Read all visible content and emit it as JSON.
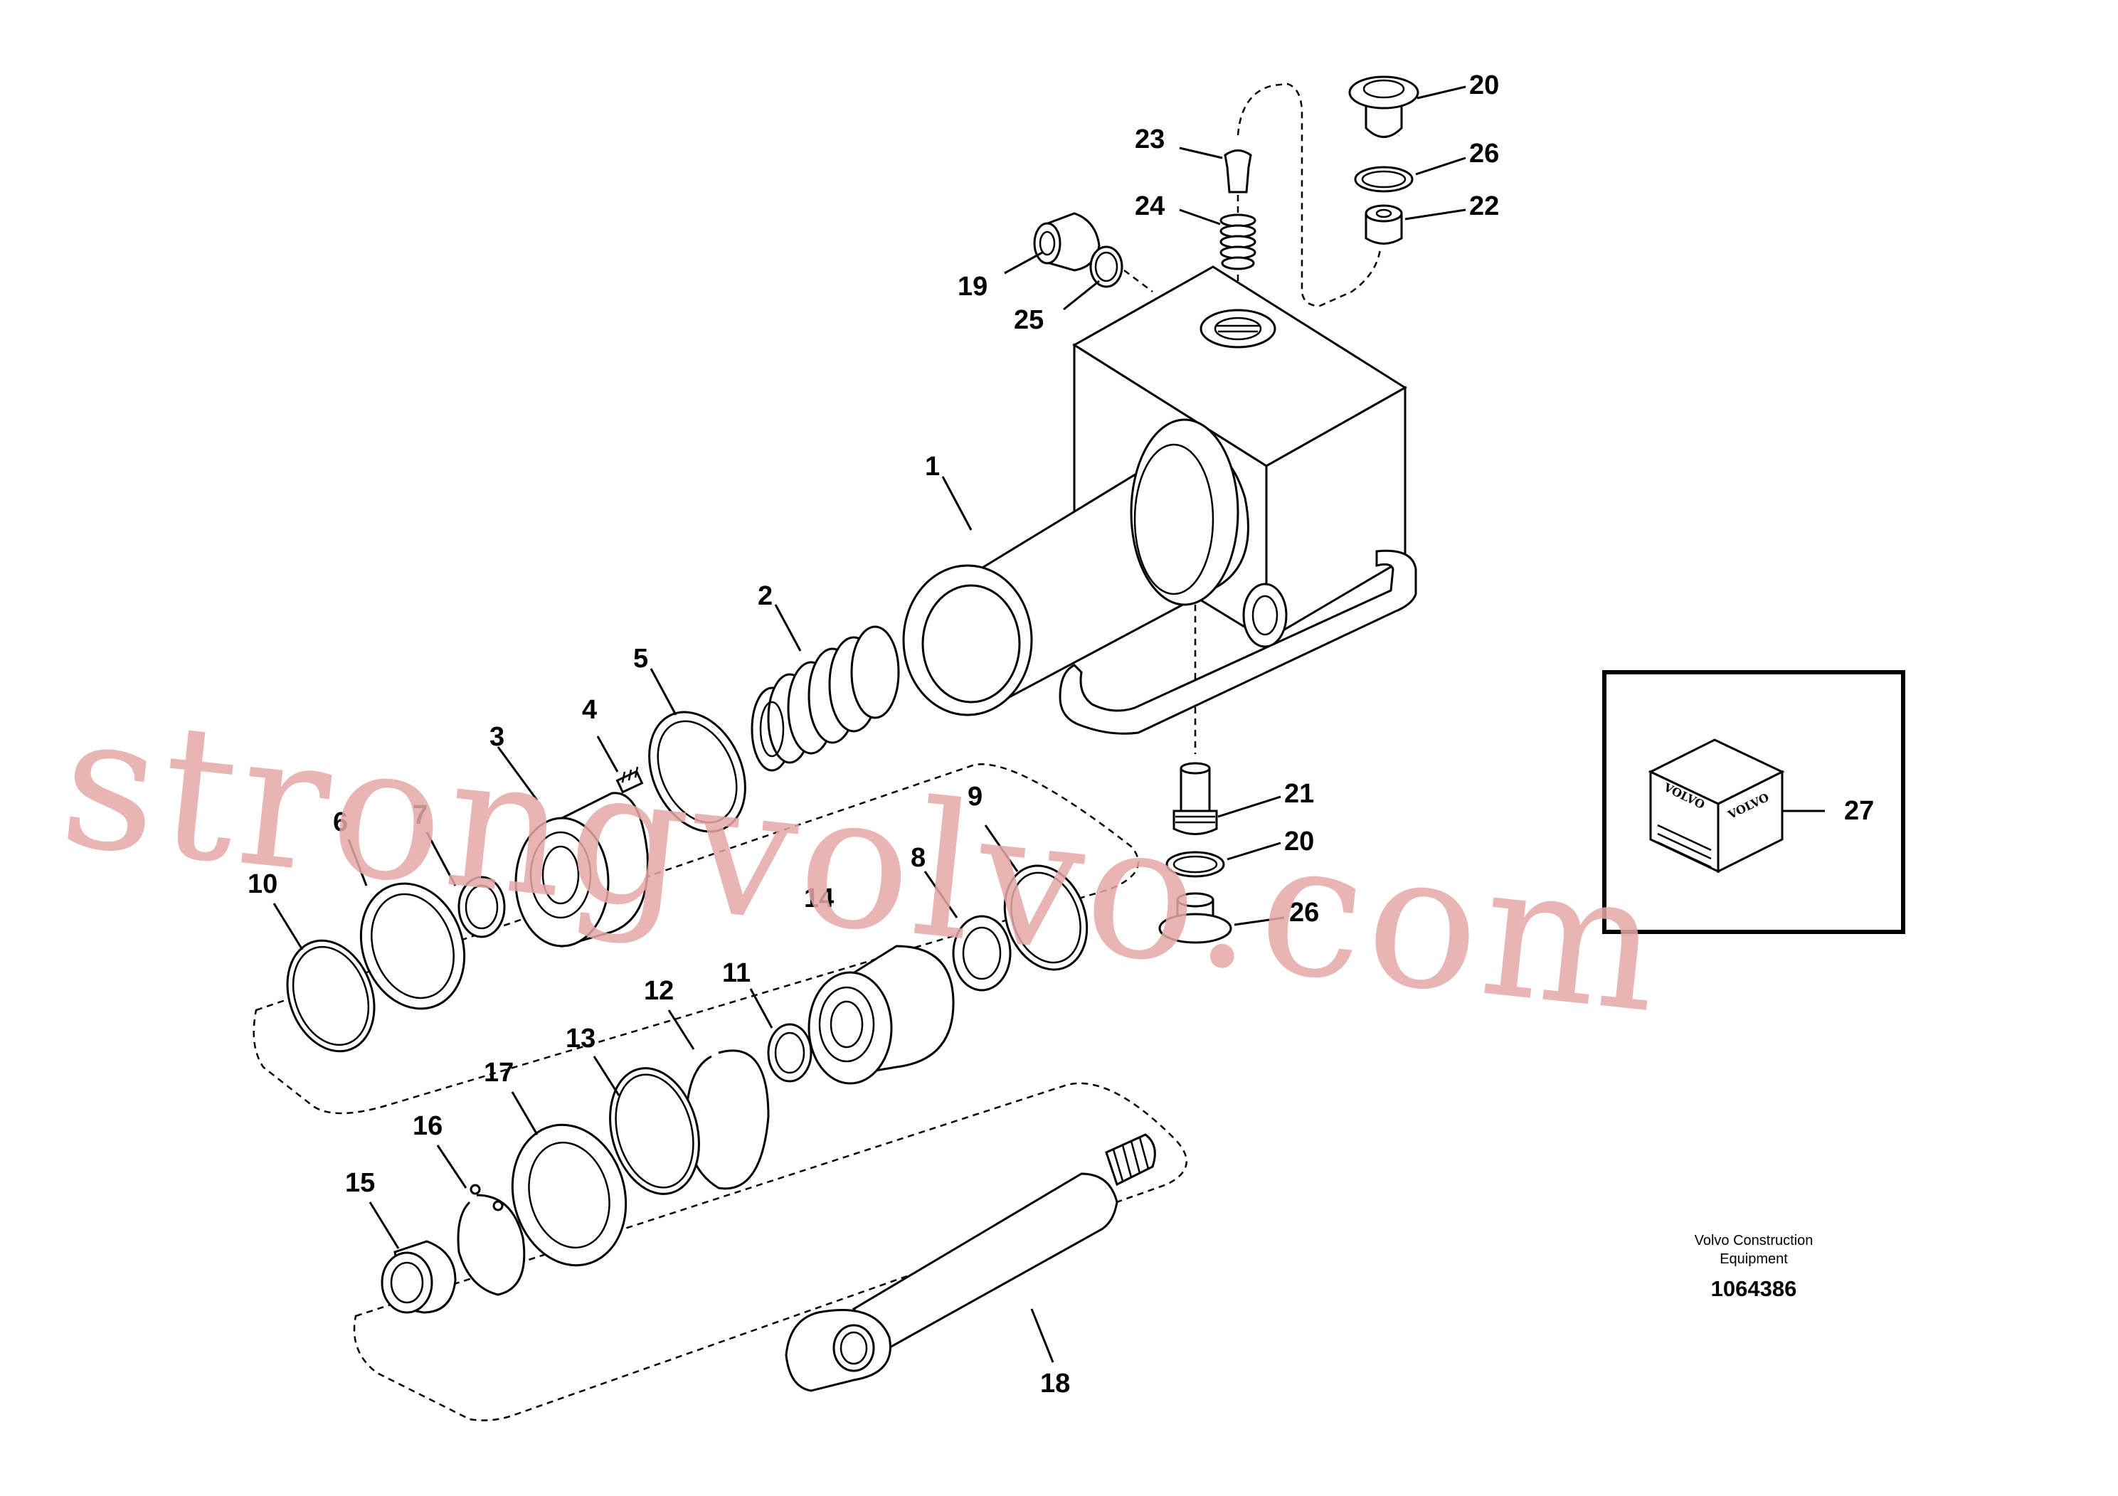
{
  "watermark": "strongvolvo.com",
  "footer": {
    "line1": "Volvo Construction",
    "line2": "Equipment",
    "drawing_number": "1064386"
  },
  "inset": {
    "label": "27",
    "box_brand_text": "VOLVO"
  },
  "callouts": {
    "c1": "1",
    "c2": "2",
    "c3": "3",
    "c4": "4",
    "c5": "5",
    "c6": "6",
    "c7": "7",
    "c8": "8",
    "c9": "9",
    "c10": "10",
    "c11": "11",
    "c12": "12",
    "c13": "13",
    "c14": "14",
    "c15": "15",
    "c16": "16",
    "c17": "17",
    "c18": "18",
    "c19": "19",
    "c20a": "20",
    "c20b": "20",
    "c21": "21",
    "c22": "22",
    "c23": "23",
    "c24": "24",
    "c25": "25",
    "c26a": "26",
    "c26b": "26"
  }
}
